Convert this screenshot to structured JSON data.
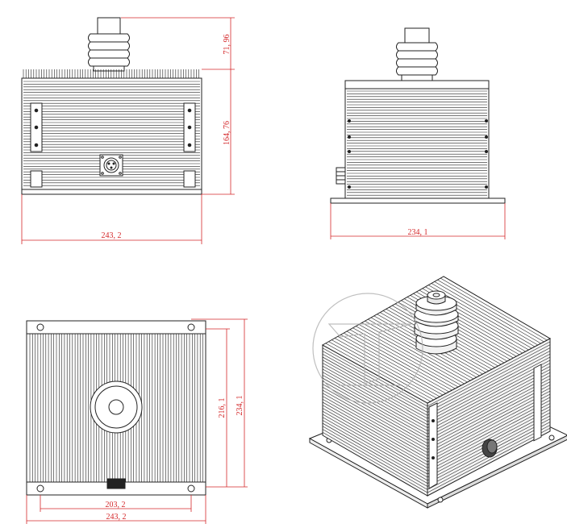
{
  "dimensions": {
    "front_insulator_height": "71, 96",
    "front_body_height": "164, 76",
    "front_width": "243, 2",
    "side_width": "234, 1",
    "bottom_hole_spacing_v": "216, 1",
    "bottom_depth": "234, 1",
    "bottom_hole_spacing_h": "203, 2",
    "bottom_width": "243, 2"
  },
  "colors": {
    "dimension": "#d4282a",
    "line": "#222222",
    "watermark": "#b0b0b0"
  }
}
